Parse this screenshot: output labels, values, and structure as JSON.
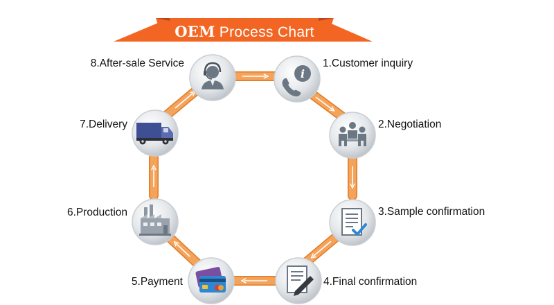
{
  "title": {
    "bold": "OEM",
    "rest": " Process Chart"
  },
  "colors": {
    "accent": "#f26522",
    "arrow": "#f4a35a",
    "arrow_edge": "#e07a25",
    "circle": "#d9dde1",
    "icon": "#6c7784"
  },
  "steps": [
    {
      "label": "1.Customer inquiry",
      "icon": "phone-info-icon"
    },
    {
      "label": "2.Negotiation",
      "icon": "people-meeting-icon"
    },
    {
      "label": "3.Sample confirmation",
      "icon": "checked-document-icon"
    },
    {
      "label": "4.Final confirmation",
      "icon": "document-pen-icon"
    },
    {
      "label": "5.Payment",
      "icon": "credit-card-icon"
    },
    {
      "label": "6.Production",
      "icon": "factory-icon"
    },
    {
      "label": "7.Delivery",
      "icon": "truck-icon"
    },
    {
      "label": "8.After-sale Service",
      "icon": "support-agent-icon"
    }
  ]
}
